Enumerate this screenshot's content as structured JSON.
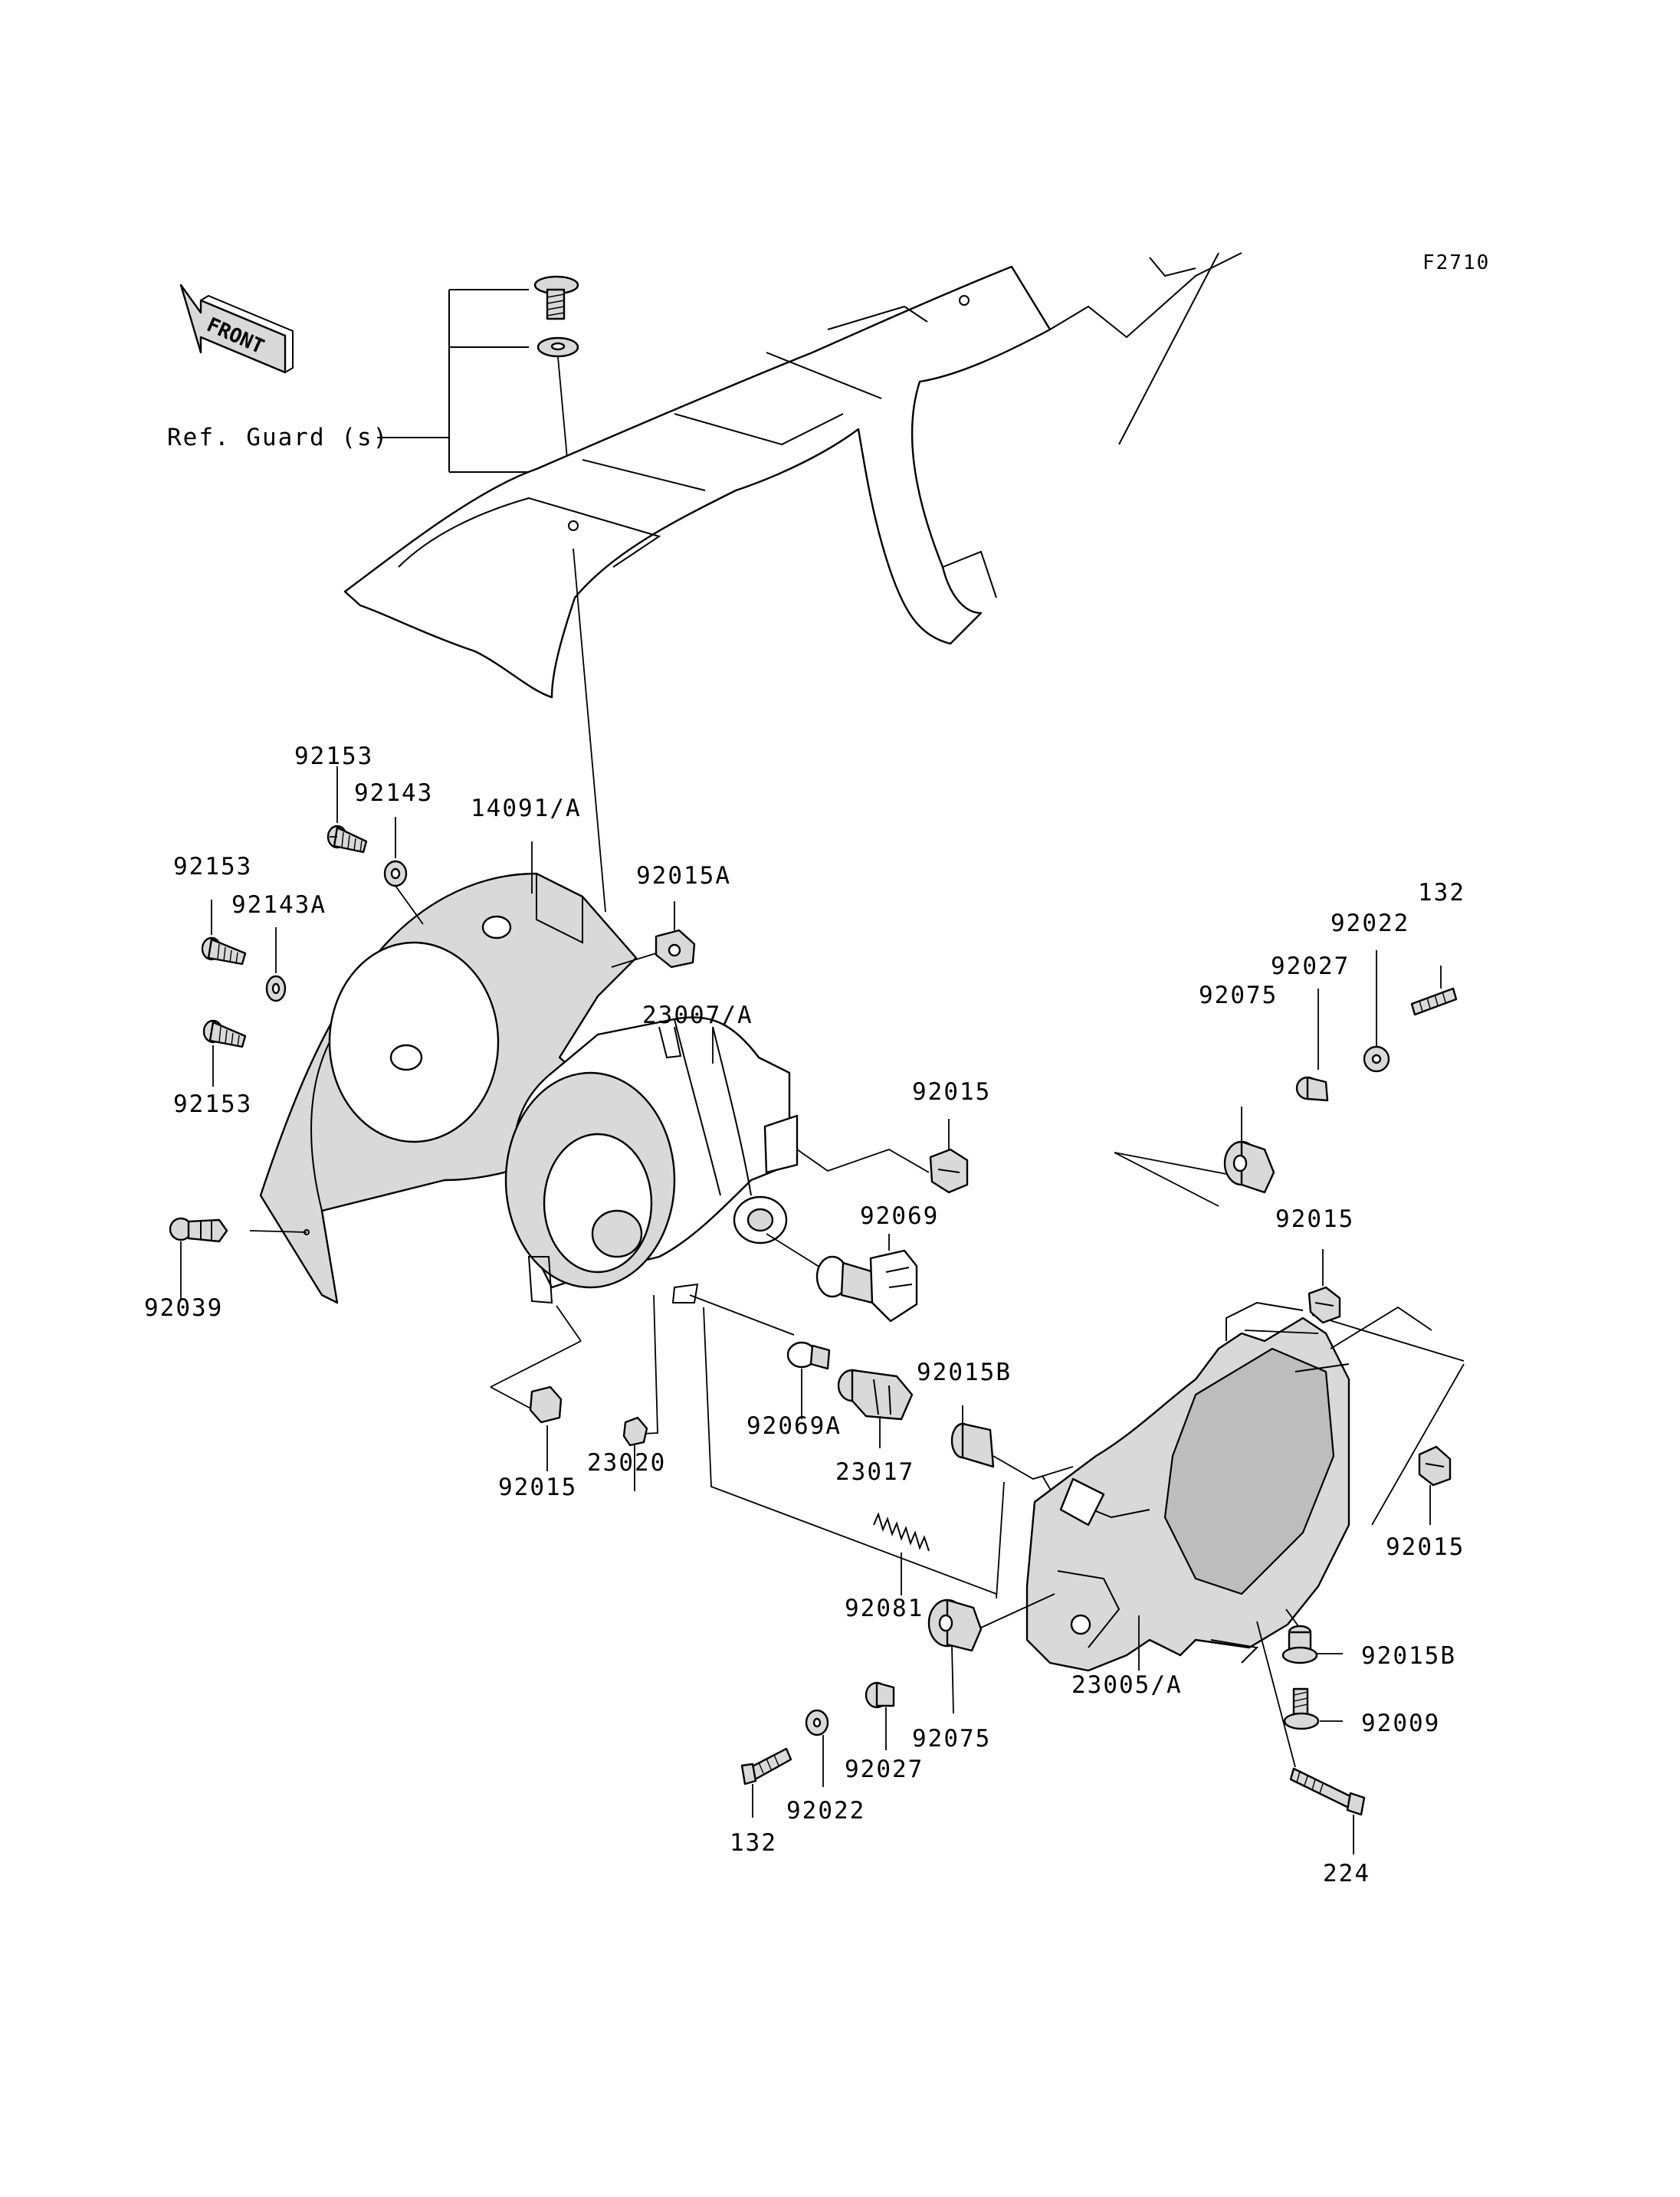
{
  "figure_id": "F2710",
  "front_badge": "FRONT",
  "ref_note": "Ref. Guard (s)",
  "parts": [
    {
      "key": "p92153a",
      "text": "92153"
    },
    {
      "key": "p92143",
      "text": "92143"
    },
    {
      "key": "p14091",
      "text": "14091/A"
    },
    {
      "key": "p92153b",
      "text": "92153"
    },
    {
      "key": "p92143a",
      "text": "92143A"
    },
    {
      "key": "p92015a",
      "text": "92015A"
    },
    {
      "key": "p92153c",
      "text": "92153"
    },
    {
      "key": "p23007",
      "text": "23007/A"
    },
    {
      "key": "p92039",
      "text": "92039"
    },
    {
      "key": "p92015_1",
      "text": "92015"
    },
    {
      "key": "p92069",
      "text": "92069"
    },
    {
      "key": "p92015_2",
      "text": "92015"
    },
    {
      "key": "p23020",
      "text": "23020"
    },
    {
      "key": "p92069a",
      "text": "92069A"
    },
    {
      "key": "p23017",
      "text": "23017"
    },
    {
      "key": "p92015b_1",
      "text": "92015B"
    },
    {
      "key": "p92081",
      "text": "92081"
    },
    {
      "key": "p132_1",
      "text": "132"
    },
    {
      "key": "p92022_1",
      "text": "92022"
    },
    {
      "key": "p92027_1",
      "text": "92027"
    },
    {
      "key": "p92075_1",
      "text": "92075"
    },
    {
      "key": "p92015_3",
      "text": "92015"
    },
    {
      "key": "p92015_4",
      "text": "92015"
    },
    {
      "key": "p92015b_2",
      "text": "92015B"
    },
    {
      "key": "p92009",
      "text": "92009"
    },
    {
      "key": "p23005",
      "text": "23005/A"
    },
    {
      "key": "p92075_2",
      "text": "92075"
    },
    {
      "key": "p92027_2",
      "text": "92027"
    },
    {
      "key": "p92022_2",
      "text": "92022"
    },
    {
      "key": "p132_2",
      "text": "132"
    },
    {
      "key": "p224",
      "text": "224"
    }
  ]
}
